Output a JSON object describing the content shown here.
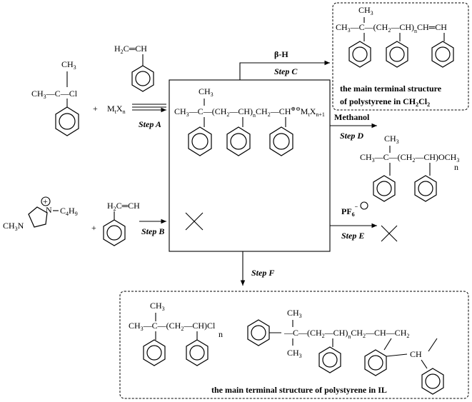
{
  "reagents": {
    "initiator_ch3_left": "CH",
    "initiator_sub3": "3",
    "initiator_c": "C",
    "initiator_cl": "Cl",
    "initiator_ch3_top": "CH",
    "plus": "+",
    "metal_m": "M",
    "metal_t": "t",
    "metal_x": "X",
    "metal_n": "n",
    "styrene_h2c": "H",
    "styrene_2": "2",
    "styrene_c_eq_ch": "C",
    "styrene_ch": "CH",
    "il_ch3": "CH",
    "il_n": "N",
    "il_n2": "N",
    "il_c4h9": "C",
    "il_4": "4",
    "il_h": "H",
    "il_9": "9",
    "il_plus": "+"
  },
  "steps": {
    "step_a": "Step A",
    "step_b": "Step B",
    "step_c": "Step C",
    "step_d": "Step D",
    "step_e": "Step E",
    "step_f": "Step F",
    "beta_h": "β-H",
    "methanol": "Methanol",
    "pf6": "PF",
    "pf6_sub": "6",
    "pf6_charge": "−"
  },
  "center": {
    "ch3": "CH",
    "c": "C",
    "ch2": "CH",
    "ch": "CH",
    "n": "n",
    "ch_plus": "CH",
    "counter": "M",
    "counter_sub": "t",
    "counter_x": "X",
    "counter_n1": "n+1"
  },
  "labels": {
    "dcm_title_1": "the main terminal structure",
    "dcm_title_2": "of polystyrene in CH",
    "dcm_sub2": "2",
    "dcm_cl": "Cl",
    "il_title": "the main terminal structure of polystyrene in IL"
  },
  "products": {
    "och3": "OCH",
    "cl": "Cl",
    "ch": "CH",
    "ch2": "CH",
    "n": "n",
    "c": "C",
    "ch3": "CH"
  },
  "colors": {
    "line": "#000000",
    "background": "#ffffff"
  }
}
